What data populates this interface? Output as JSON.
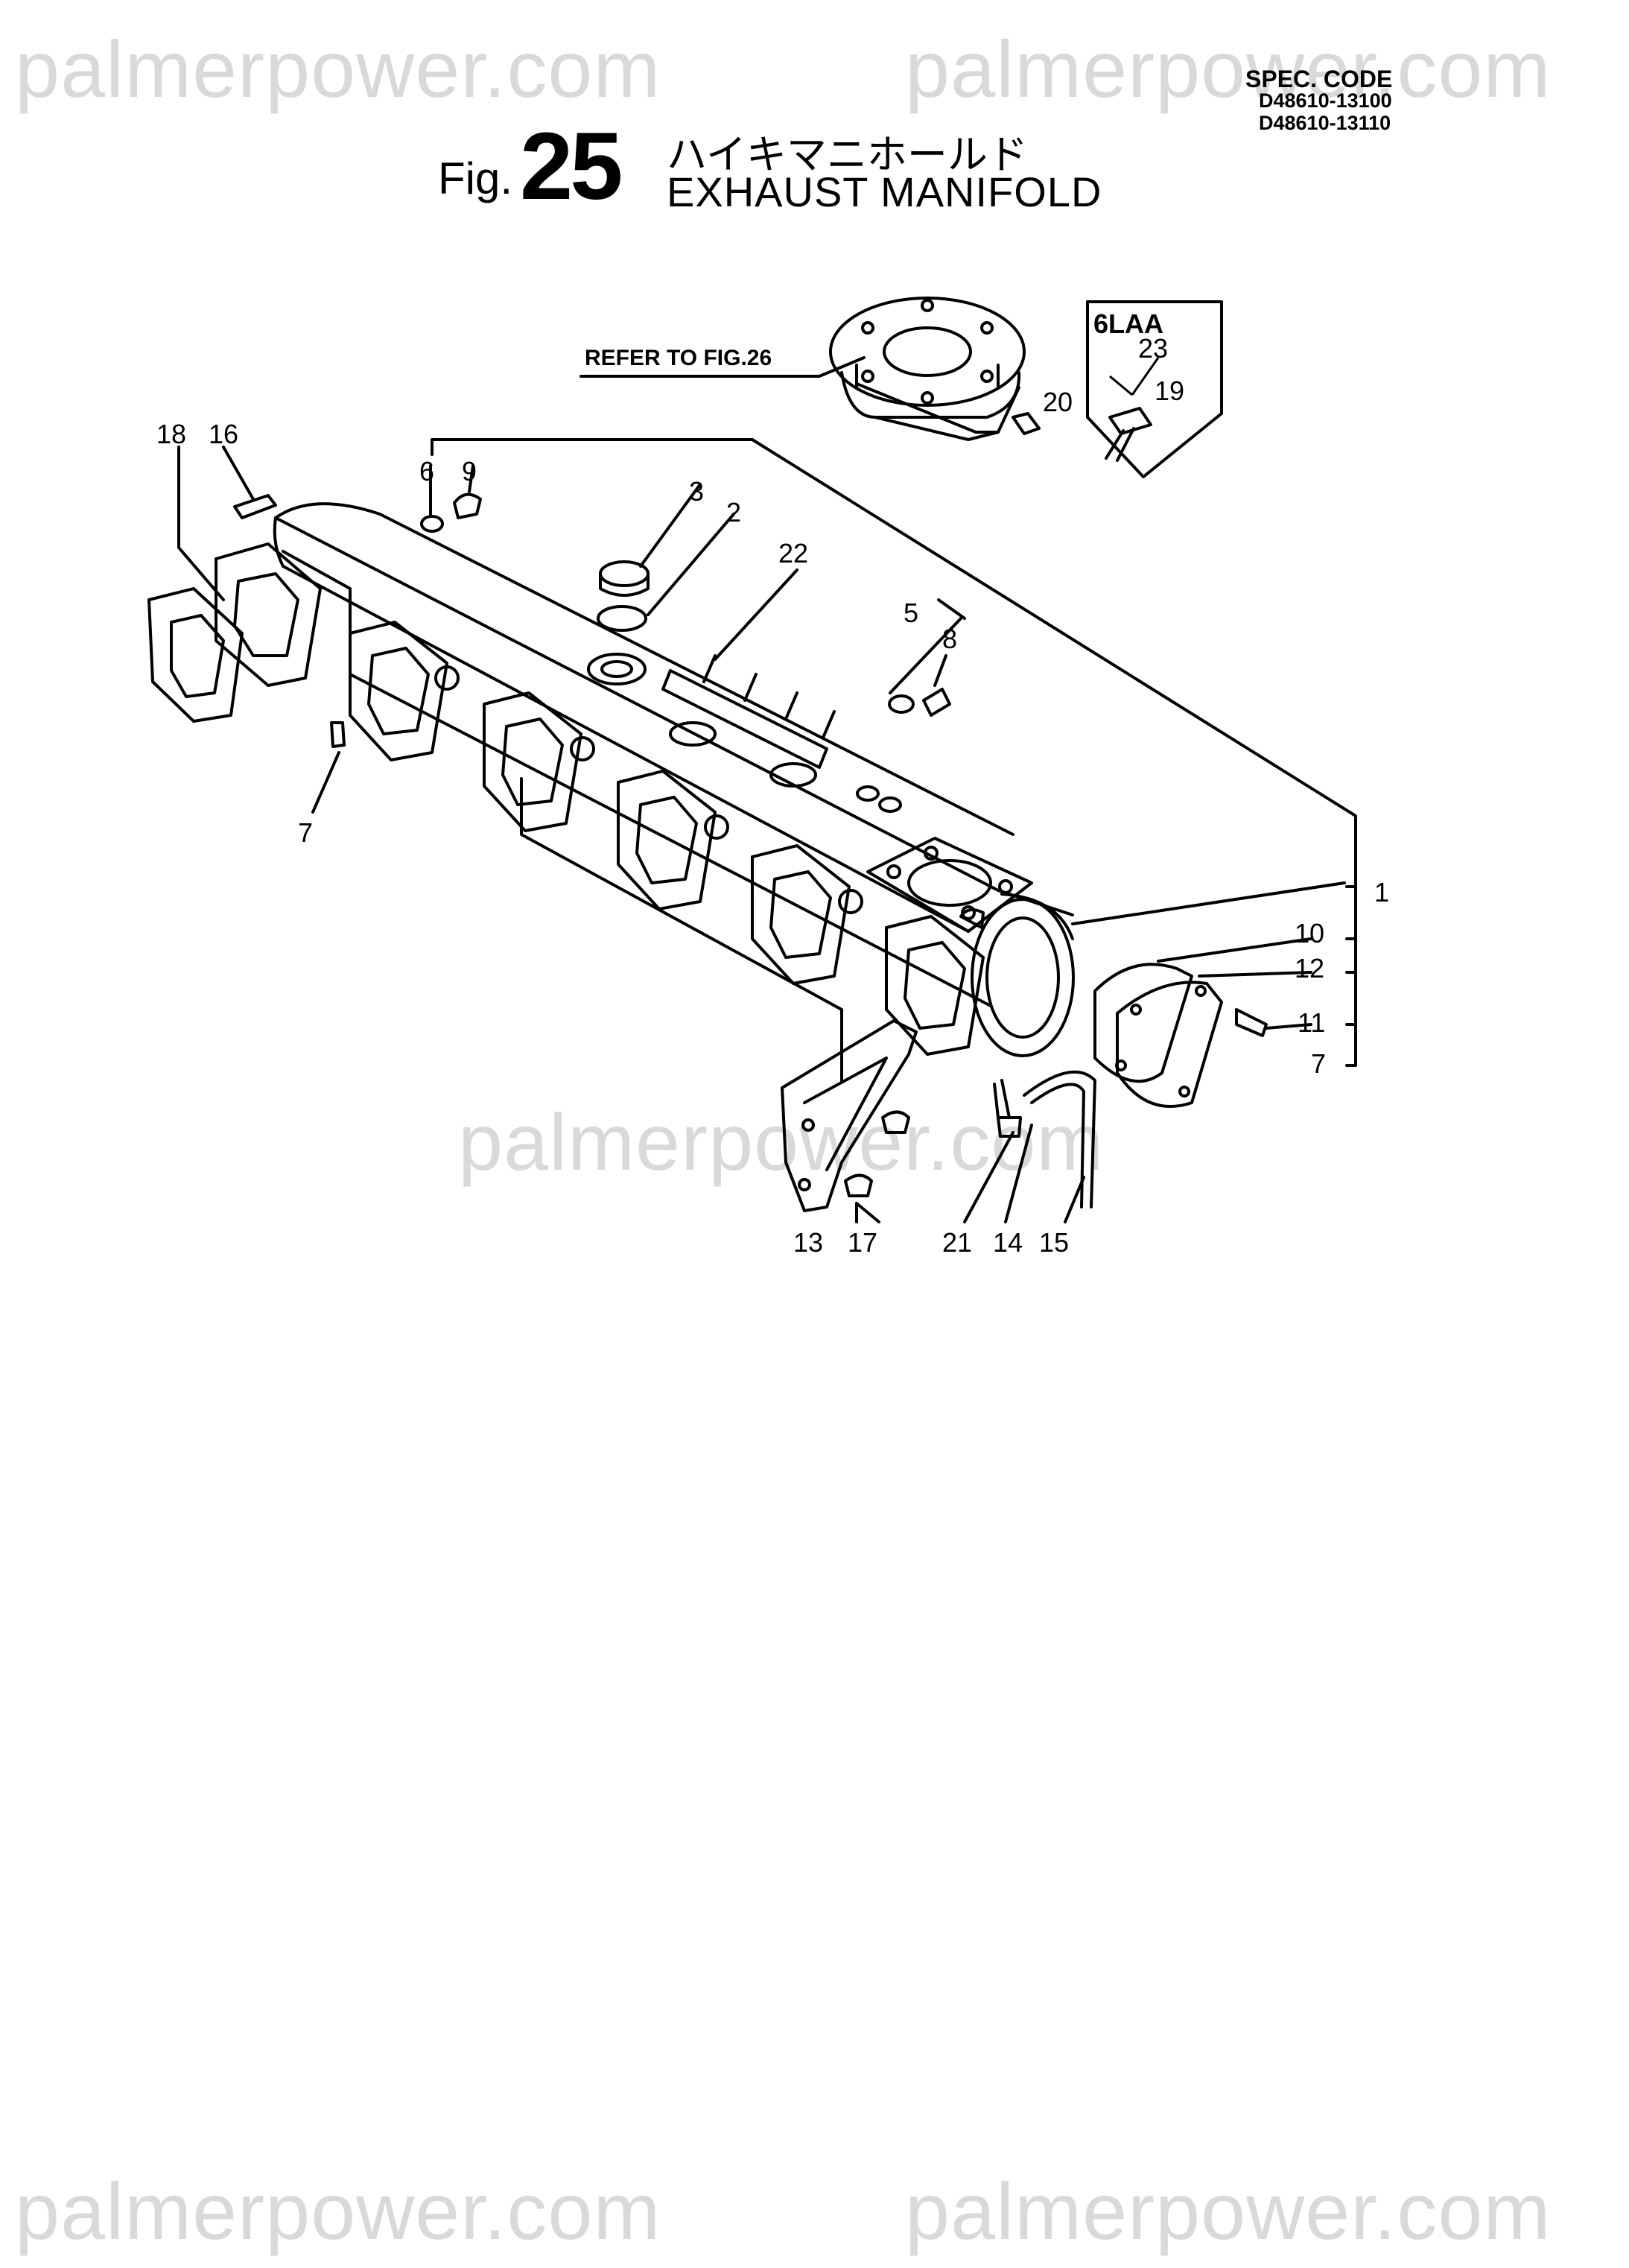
{
  "watermarks": {
    "top_left": "palmerpower.com",
    "top_right": "palmerpower.com",
    "center": "palmerpower.com",
    "bottom_left": "palmerpower.com",
    "bottom_right": "palmerpower.com"
  },
  "header": {
    "fig_prefix": "Fig.",
    "fig_number": "25",
    "title_jp": "ハイキマニホールド",
    "title_en": "EXHAUST MANIFOLD",
    "spec_label": "SPEC. CODE",
    "spec_codes": [
      "D48610-13100",
      "D48610-13110"
    ]
  },
  "diagram": {
    "refer_note": "REFER TO FIG.26",
    "variant_label": "6LAA",
    "callouts": {
      "c1": "1",
      "c2": "2",
      "c3": "3",
      "c5": "5",
      "c6": "6",
      "c7a": "7",
      "c7b": "7",
      "c8": "8",
      "c9": "9",
      "c10": "10",
      "c11": "11",
      "c12": "12",
      "c13": "13",
      "c14": "14",
      "c15": "15",
      "c16": "16",
      "c17": "17",
      "c18": "18",
      "c19": "19",
      "c20": "20",
      "c21": "21",
      "c22": "22",
      "c23": "23"
    }
  }
}
